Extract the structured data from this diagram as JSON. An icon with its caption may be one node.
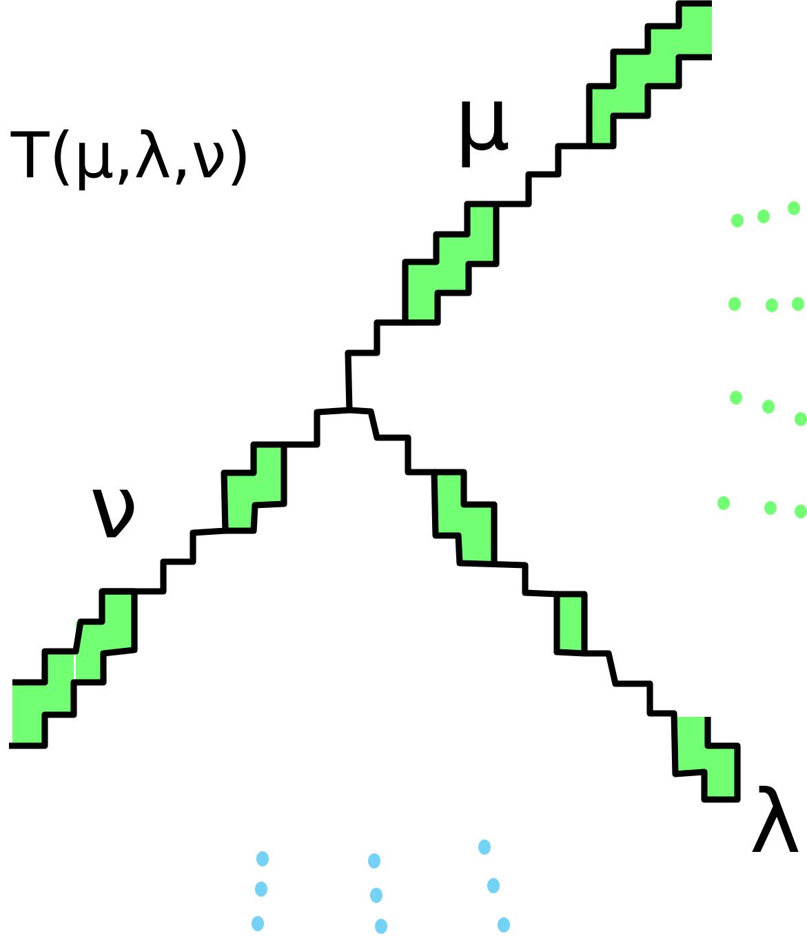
{
  "diagram": {
    "labels": [
      "T(μ,λ,ν)",
      "μ",
      "ν",
      "λ"
    ]
  }
}
